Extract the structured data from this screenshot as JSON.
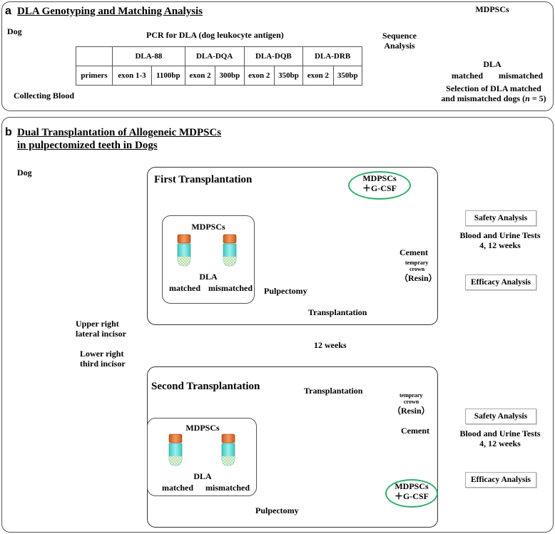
{
  "panel_a": {
    "letter": "a",
    "title": "DLA Genotyping and Matching Analysis",
    "dog_label": "Dog",
    "collecting_label": "Collecting Blood",
    "pcr_title": "PCR for DLA (dog leukocyte antigen)",
    "table": {
      "genes": [
        "DLA-88",
        "DLA-DQA",
        "DLA-DQB",
        "DLA-DRB"
      ],
      "row_label": "primers",
      "cells": [
        "exon 1-3",
        "1100bp",
        "exon 2",
        "300bp",
        "exon 2",
        "350bp",
        "exon 2",
        "350bp"
      ]
    },
    "sequence_label_1": "Sequence",
    "sequence_label_2": "Analysis",
    "mdpscs_label": "MDPSCs",
    "dla_label": "DLA",
    "matched_label": "matched",
    "mismatched_label": "mismatched",
    "selection_line1": "Selection of DLA matched",
    "selection_line2_pre": "and mismatched dogs (",
    "selection_n": "n",
    "selection_line2_post": " = 5)"
  },
  "panel_b": {
    "letter": "b",
    "title_line1": "Dual Transplantation of Allogeneic MDPSCs",
    "title_line2": "in pulpectomized teeth in Dogs",
    "dog_label": "Dog",
    "upper_tooth_1": "Upper right",
    "upper_tooth_2": "lateral incisor",
    "lower_tooth_1": "Lower right",
    "lower_tooth_2": "third incisor",
    "interval": "12 weeks",
    "first": {
      "title": "First Transplantation",
      "mdpscs": "MDPSCs",
      "dla": "DLA",
      "matched": "matched",
      "mismatched": "mismatched",
      "pulpectomy": "Pulpectomy",
      "transplantation": "Transplantation",
      "oval_1": "MDPSCs",
      "oval_2": "＋G-CSF",
      "cement": "Cement",
      "crown_1": "temprary",
      "crown_2": "crown",
      "resin": "（Resin）"
    },
    "second": {
      "title": "Second Transplantation",
      "mdpscs": "MDPSCs",
      "dla": "DLA",
      "matched": "matched",
      "mismatched": "mismatched",
      "pulpectomy": "Pulpectomy",
      "transplantation": "Transplantation",
      "oval_1": "MDPSCs",
      "oval_2": "＋G-CSF",
      "cement": "Cement",
      "crown_1": "temprary",
      "crown_2": "crown",
      "resin": "（Resin）"
    },
    "safety_1": "Safety Analysis",
    "tests_1a": "Blood and Urine Tests",
    "tests_1b": "4, 12 weeks",
    "efficacy_1": "Efficacy Analysis",
    "safety_2": "Safety Analysis",
    "tests_2a": "Blood and Urine Tests",
    "tests_2b": "4, 12 weeks",
    "efficacy_2": "Efficacy Analysis"
  },
  "colors": {
    "tube_cap": "#e8773a",
    "tube_body": "#5fd6cf",
    "tooth": "#f3e37a",
    "cell_fill": "#e07a3a",
    "flow_arrow": "#4b4f9a",
    "step_arrow": "#666666",
    "oval_border": "#2fae6a"
  }
}
